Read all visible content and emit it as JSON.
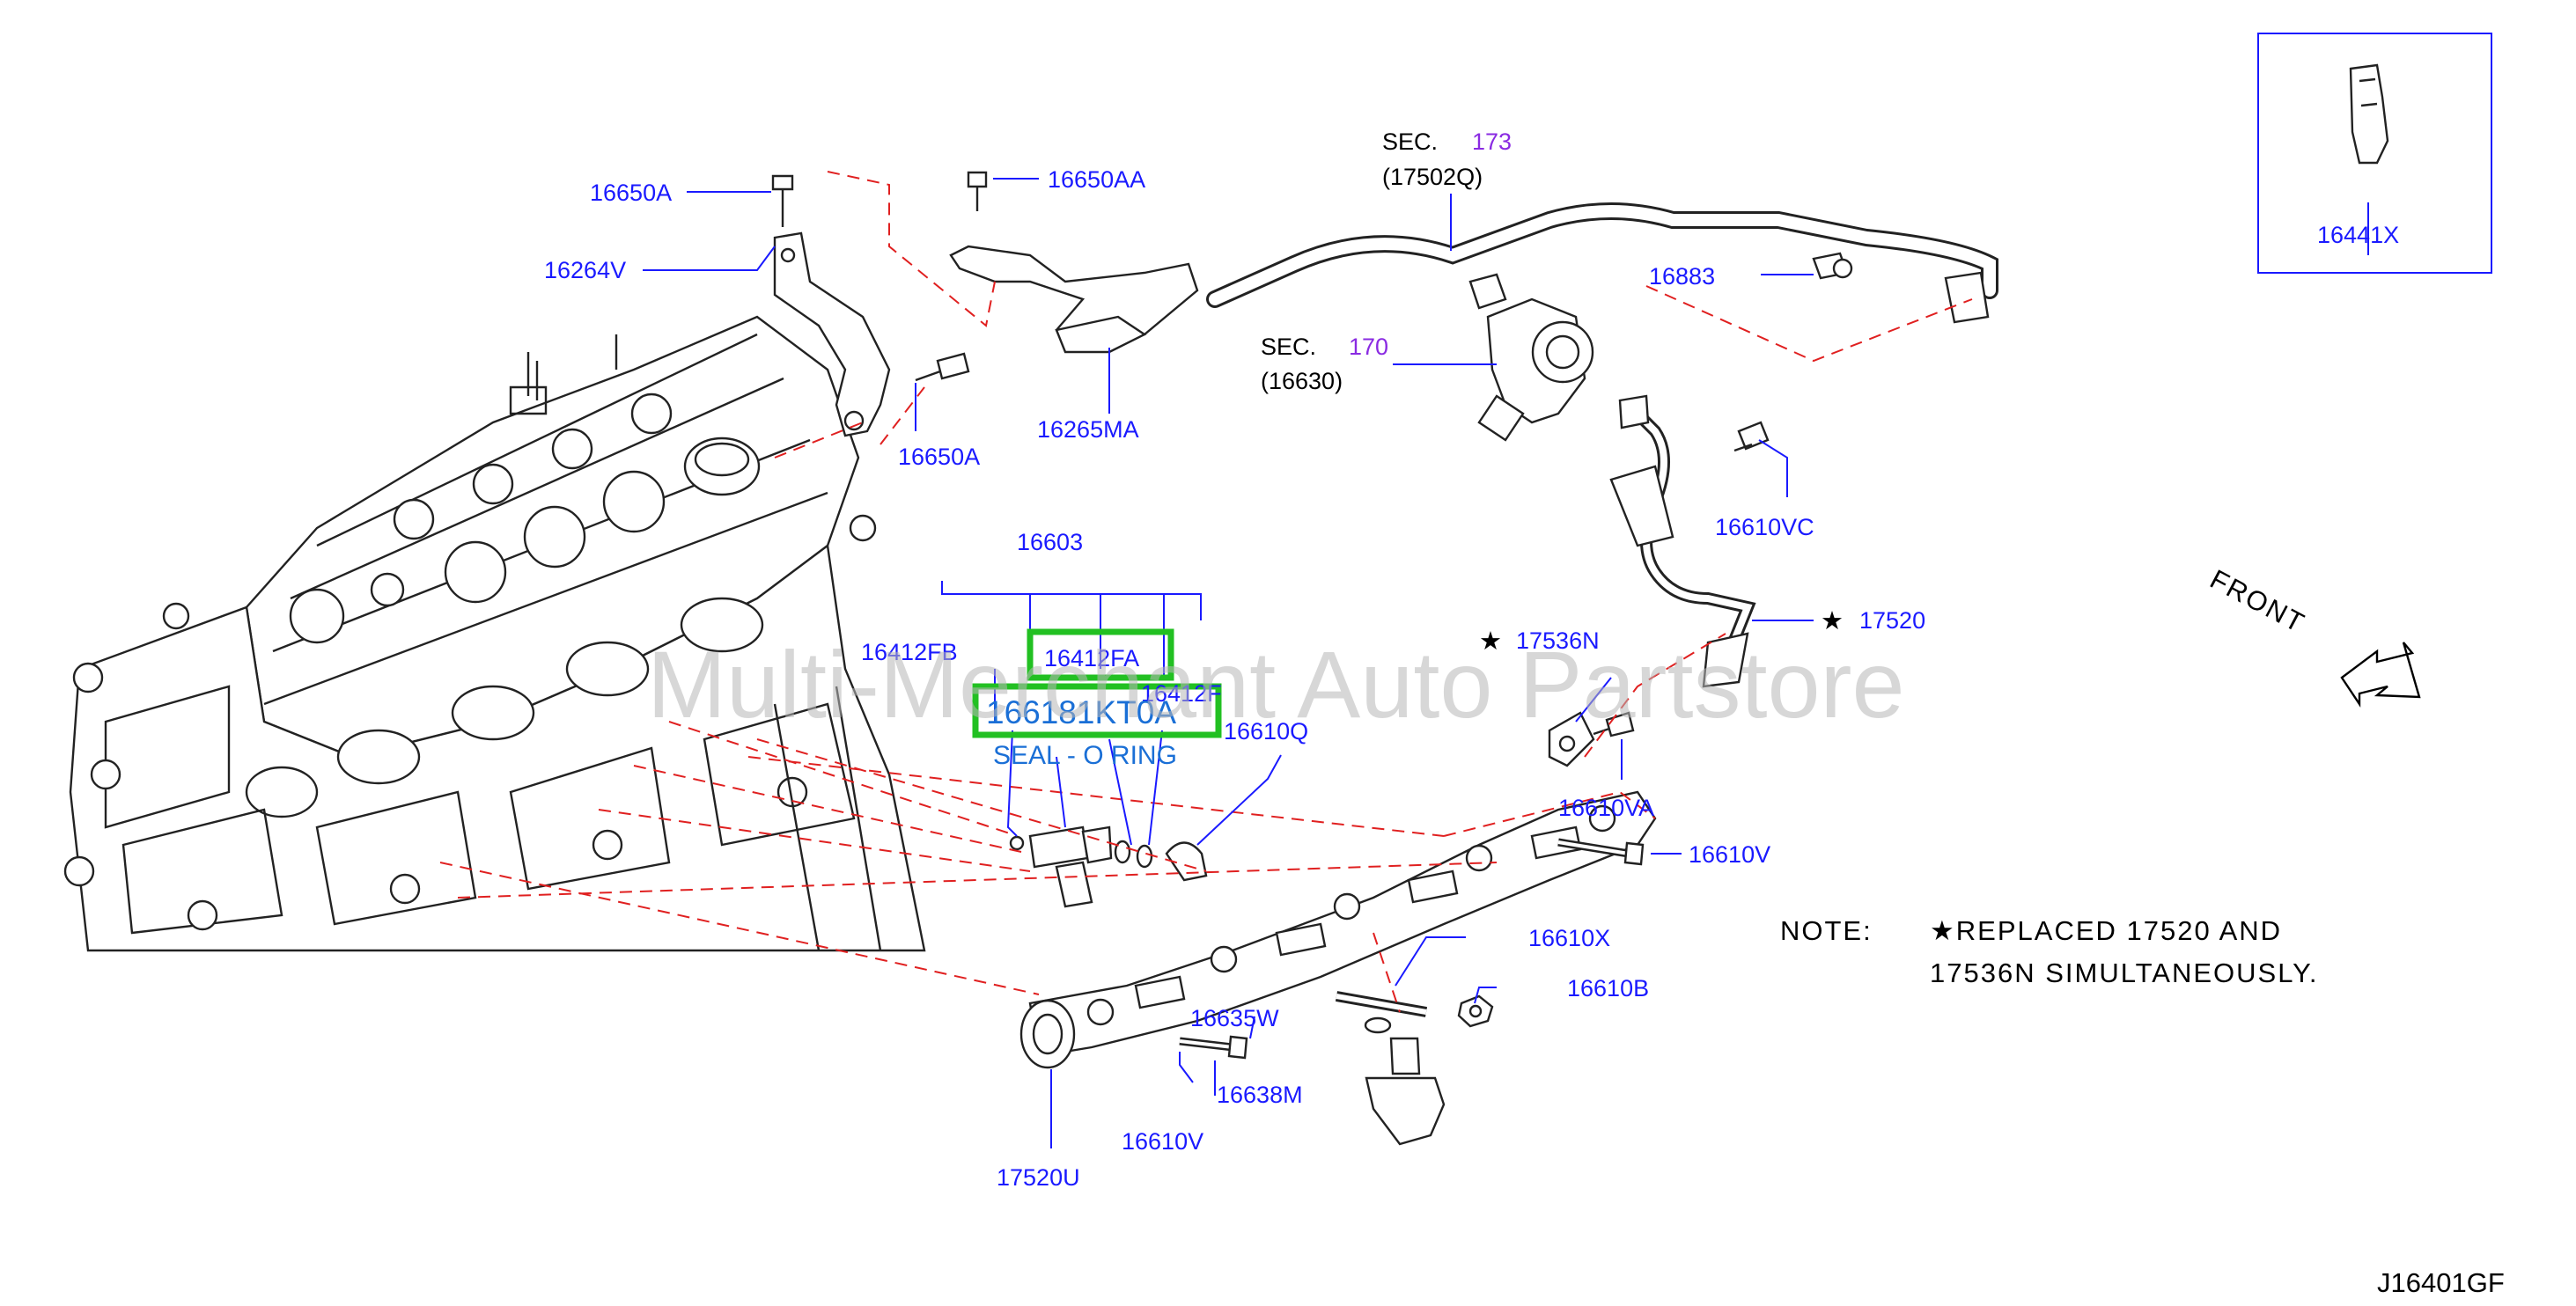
{
  "labels": {
    "p16650A_top": "16650A",
    "p16650AA": "16650AA",
    "p16264V": "16264V",
    "p16650A_mid": "16650A",
    "p16265MA": "16265MA",
    "sec173_prefix": "SEC.",
    "sec173_num": "173",
    "sec173_part": "(17502Q)",
    "sec170_prefix": "SEC.",
    "sec170_num": "170",
    "sec170_part": "(16630)",
    "p16883": "16883",
    "p16441X": "16441X",
    "p16610VC": "16610VC",
    "p17520": "17520",
    "p17536N": "17536N",
    "p16603": "16603",
    "p16412FB": "16412FB",
    "p16412FA": "16412FA",
    "p16412F": "16412F",
    "p166181KT0A": "166181KT0A",
    "seal_o_ring": "SEAL - O RING",
    "p16610Q": "16610Q",
    "p16610VA": "16610VA",
    "p16610V_right": "16610V",
    "p16610X": "16610X",
    "p16610B": "16610B",
    "p16635W": "16635W",
    "p16638M": "16638M",
    "p16610V_bottom": "16610V",
    "p17520U": "17520U",
    "front": "FRONT",
    "star": "★"
  },
  "note": {
    "title": "NOTE:",
    "line1": "★REPLACED  17520  AND",
    "line2": "17536N  SIMULTANEOUSLY."
  },
  "diagram_code": "J16401GF",
  "watermark": "Multi-Merchant Auto Partstore",
  "colors": {
    "label_blue": "#1a1aff",
    "section_purple": "#8a2be2",
    "dashed_red": "#e02020",
    "highlight_green": "#22c022",
    "highlight_text": "#1a6fd6"
  }
}
